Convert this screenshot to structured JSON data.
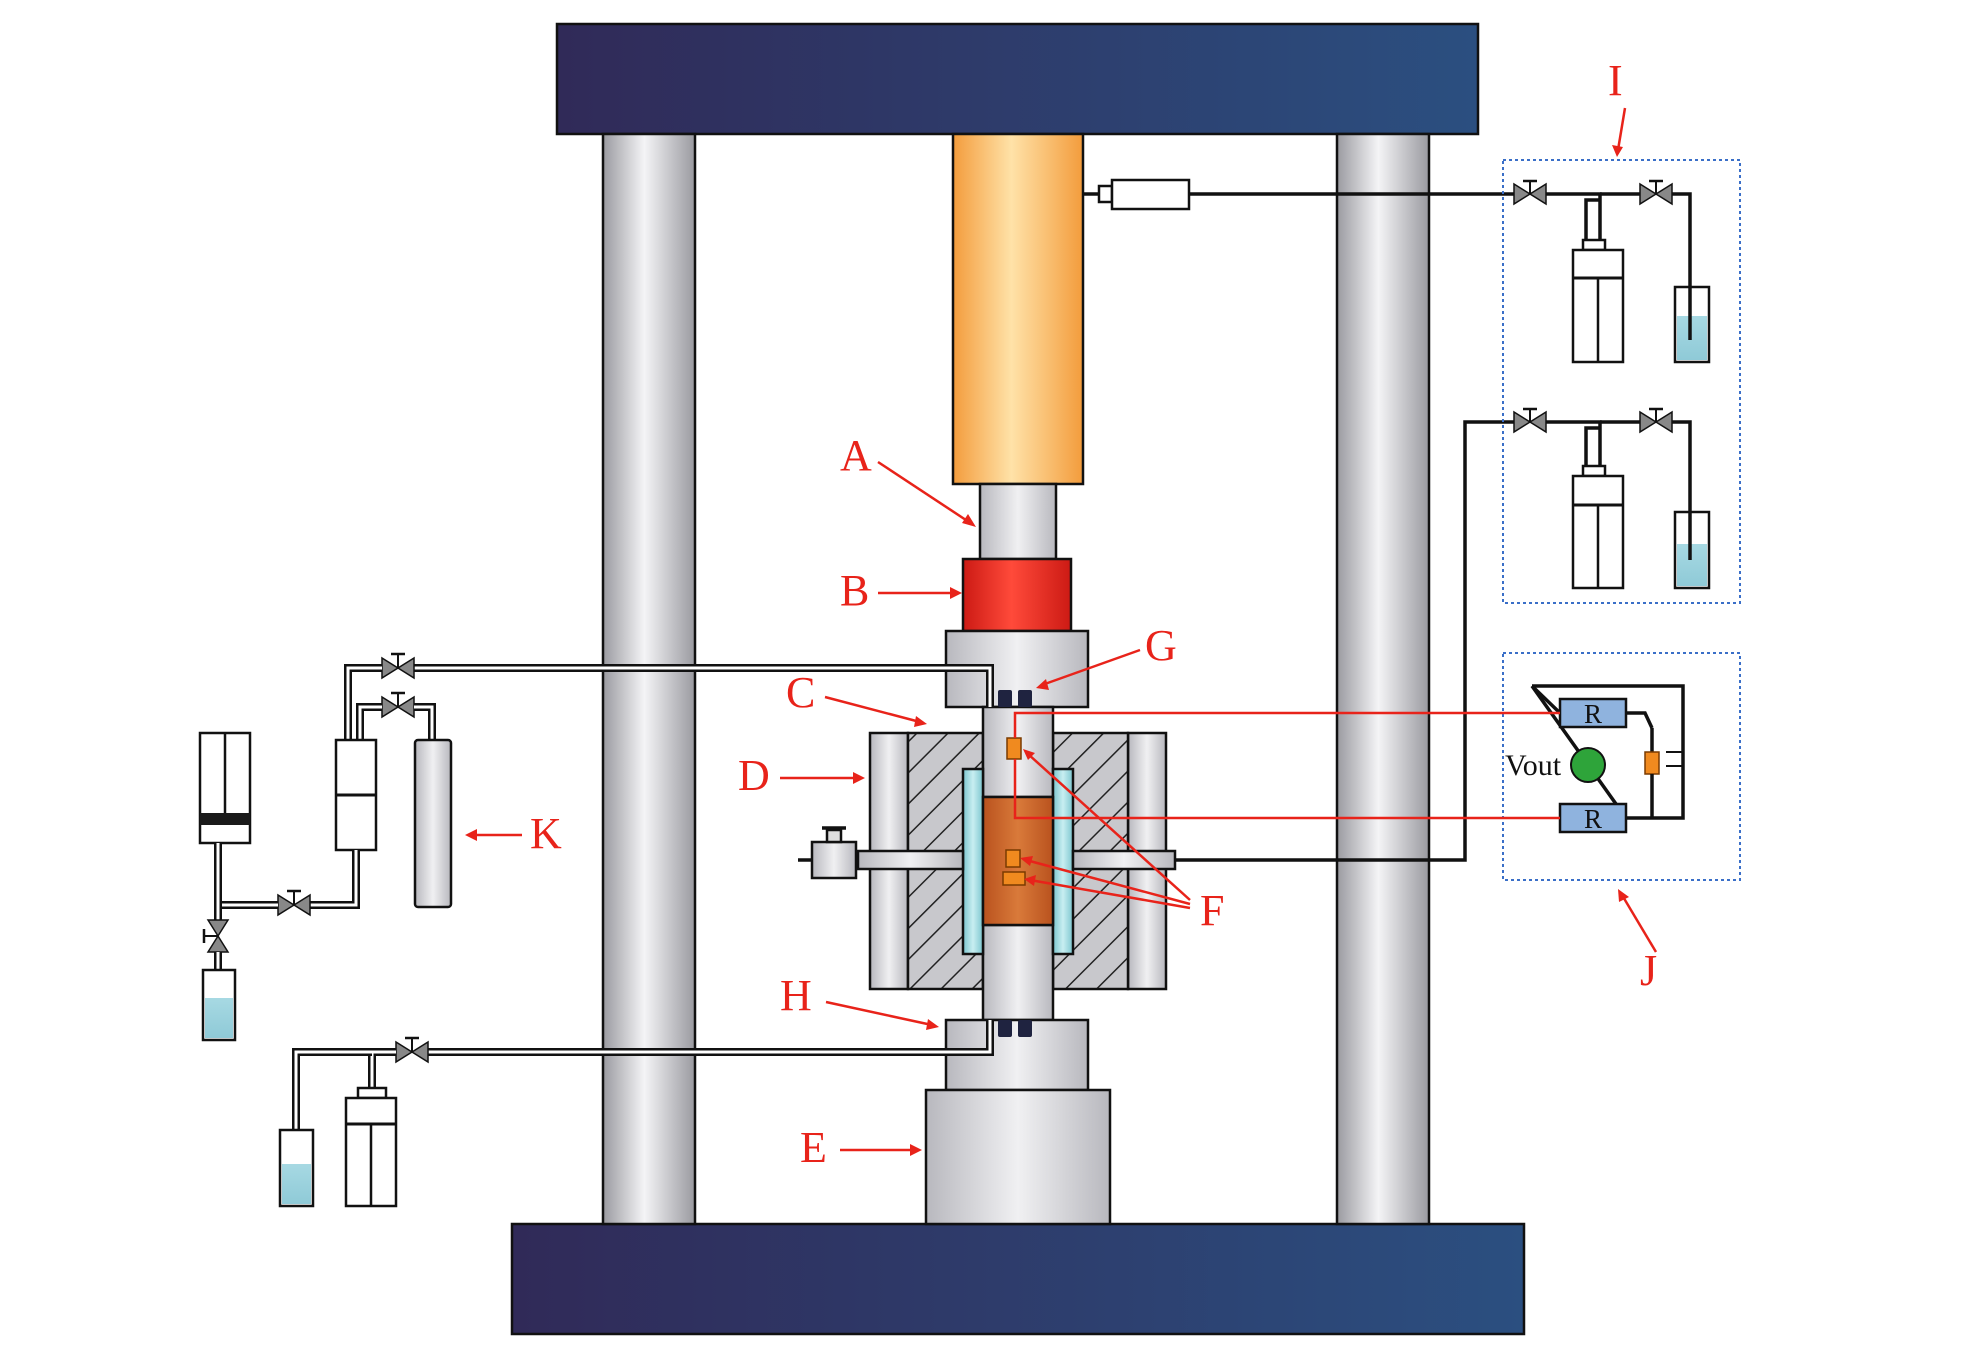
{
  "labels": {
    "A": "A",
    "B": "B",
    "C": "C",
    "D": "D",
    "E": "E",
    "F": "F",
    "G": "G",
    "H": "H",
    "I": "I",
    "J": "J",
    "K": "K"
  },
  "circuit": {
    "vout": "Vout",
    "resistor_top": "R",
    "resistor_bottom": "R"
  },
  "colors": {
    "frame_plate_left": "#2f2a58",
    "frame_plate_right": "#2b4d7e",
    "actuator": "#f9a64a",
    "load_cell": "#e52a20",
    "specimen": "#c9622a",
    "sleeve": "#9cd6dc",
    "water": "#9fd4df",
    "label_red": "#e8231a",
    "resistor": "#8fb3de",
    "vout_meter": "#2ea43a",
    "sensor_orange": "#f08a1f"
  }
}
